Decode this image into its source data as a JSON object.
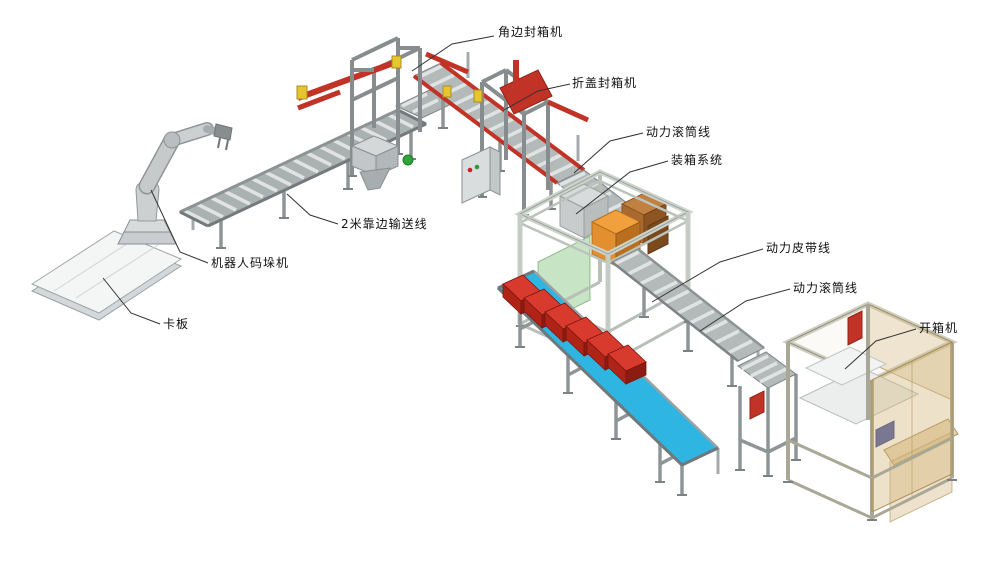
{
  "page": {
    "background": "#ffffff"
  },
  "diagram": {
    "type": "isometric-packaging-line-layout",
    "labels": [
      {
        "id": "corner-sealer",
        "text": "角边封箱机"
      },
      {
        "id": "flap-sealer",
        "text": "折盖封箱机"
      },
      {
        "id": "power-roller-line-top",
        "text": "动力滚筒线"
      },
      {
        "id": "packing-system",
        "text": "装箱系统"
      },
      {
        "id": "power-belt-line",
        "text": "动力皮带线"
      },
      {
        "id": "power-roller-line-right",
        "text": "动力滚筒线"
      },
      {
        "id": "box-opener",
        "text": "开箱机"
      },
      {
        "id": "edge-conveyor-2m",
        "text": "2米靠边输送线"
      },
      {
        "id": "robot-palletizer",
        "text": "机器人码垛机"
      },
      {
        "id": "pallet",
        "text": "卡板"
      }
    ],
    "colors": {
      "machine_red": "#c13327",
      "belt_blue": "#2fb5e2",
      "box_red": "#c2291d",
      "box_orange": "#e28f2f",
      "panel_green": "#8fc98a",
      "panel_tan": "#d2b478",
      "frame_gray": "#9aa0a2",
      "accent_yellow": "#e7c52f",
      "leader_line": "#333333",
      "label_text": "#111111"
    }
  }
}
